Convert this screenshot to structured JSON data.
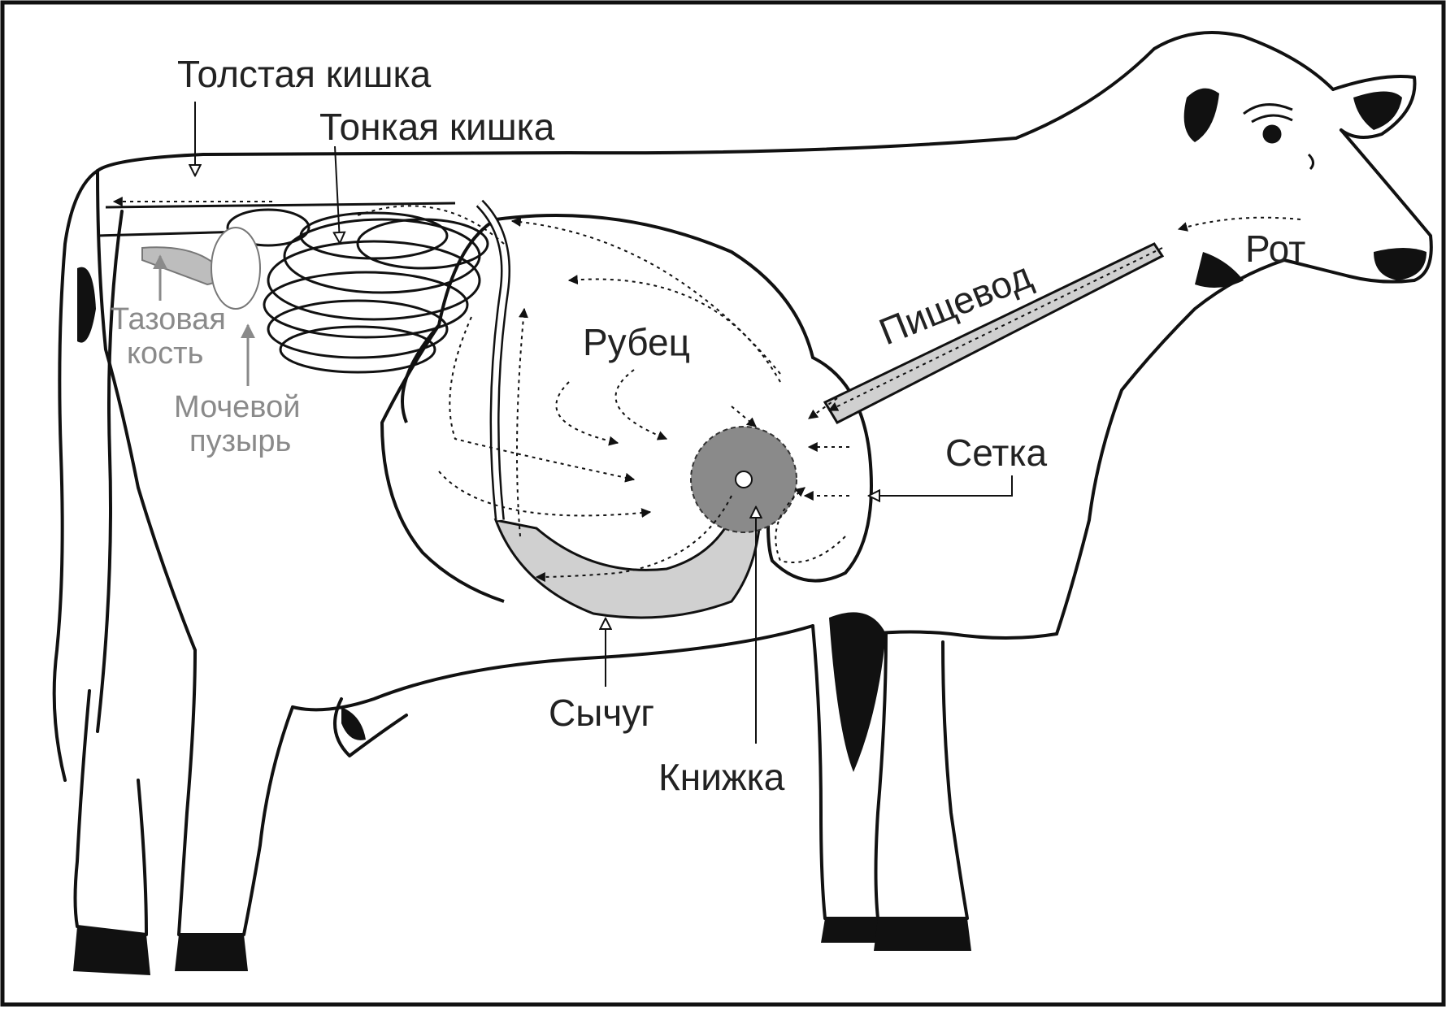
{
  "diagram": {
    "labels": {
      "large_intestine": "Толстая кишка",
      "small_intestine": "Тонкая кишка",
      "mouth": "Рот",
      "esophagus": "Пищевод",
      "rumen": "Рубец",
      "reticulum": "Сетка",
      "pelvic_bone_line1": "Тазовая",
      "pelvic_bone_line2": "кость",
      "bladder_line1": "Мочевой",
      "bladder_line2": "пузырь",
      "abomasum": "Сычуг",
      "omasum": "Книжка"
    },
    "colors": {
      "outline": "#111111",
      "patch": "#111111",
      "organ_fill": "#d0d0d0",
      "omasum_fill": "#8a8a8a",
      "dark_label": "#222222",
      "gray_label": "#8a8a8a",
      "background": "#ffffff"
    }
  }
}
